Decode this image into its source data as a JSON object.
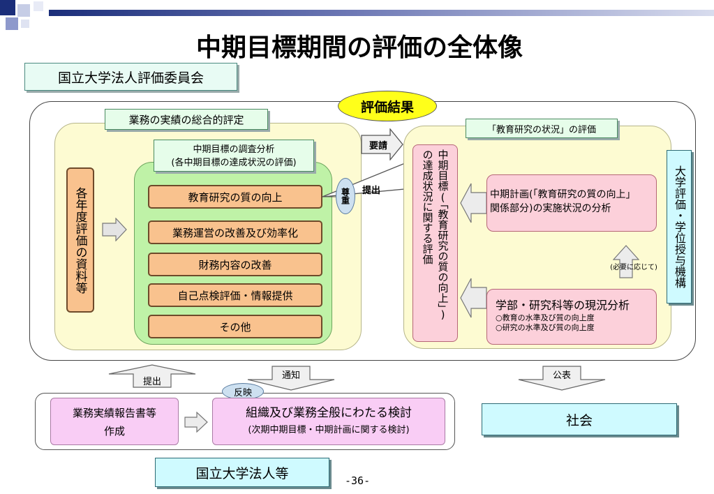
{
  "title": "中期目標期間の評価の全体像",
  "committee": "国立大学法人評価委員会",
  "result_label": "評価結果",
  "left_section": {
    "header": "業務の実績の総合的評定",
    "annual_materials": "各年度評価の資料等",
    "analysis_title_1": "中期目標の調査分析",
    "analysis_title_2": "(各中期目標の達成状況の評価)",
    "items": [
      "教育研究の質の向上",
      "業務運営の改善及び効率化",
      "財務内容の改善",
      "自己点検評価・情報提供",
      "その他"
    ],
    "respect": "尊重"
  },
  "request_label": "要請",
  "submit_label": "提出",
  "right_section": {
    "header": "「教育研究の状況」の評価",
    "goal_eval_1": "中期目標(「教育研究の質の向上」)",
    "goal_eval_2": "の達成状況に関する評価",
    "plan_analysis_1": "中期計画(「教育研究の質の向上」",
    "plan_analysis_2": "関係部分)の実施状況の分析",
    "as_needed": "(必要に応じて)",
    "faculty_analysis": "学部・研究科等の現況分析",
    "faculty_sub_1": "○教育の水準及び質の向上度",
    "faculty_sub_2": "○研究の水準及び質の向上度"
  },
  "niad": "大学評価・学位授与機構",
  "bottom": {
    "submit": "提出",
    "notify": "通知",
    "publish": "公表",
    "reflect": "反映",
    "report_1": "業務実績報告書等",
    "report_2": "作成",
    "review_1": "組織及び業務全般にわたる検討",
    "review_2": "(次期中期目標・中期計画に関する検討)",
    "society": "社会",
    "university": "国立大学法人等"
  },
  "page_number": "-36-"
}
